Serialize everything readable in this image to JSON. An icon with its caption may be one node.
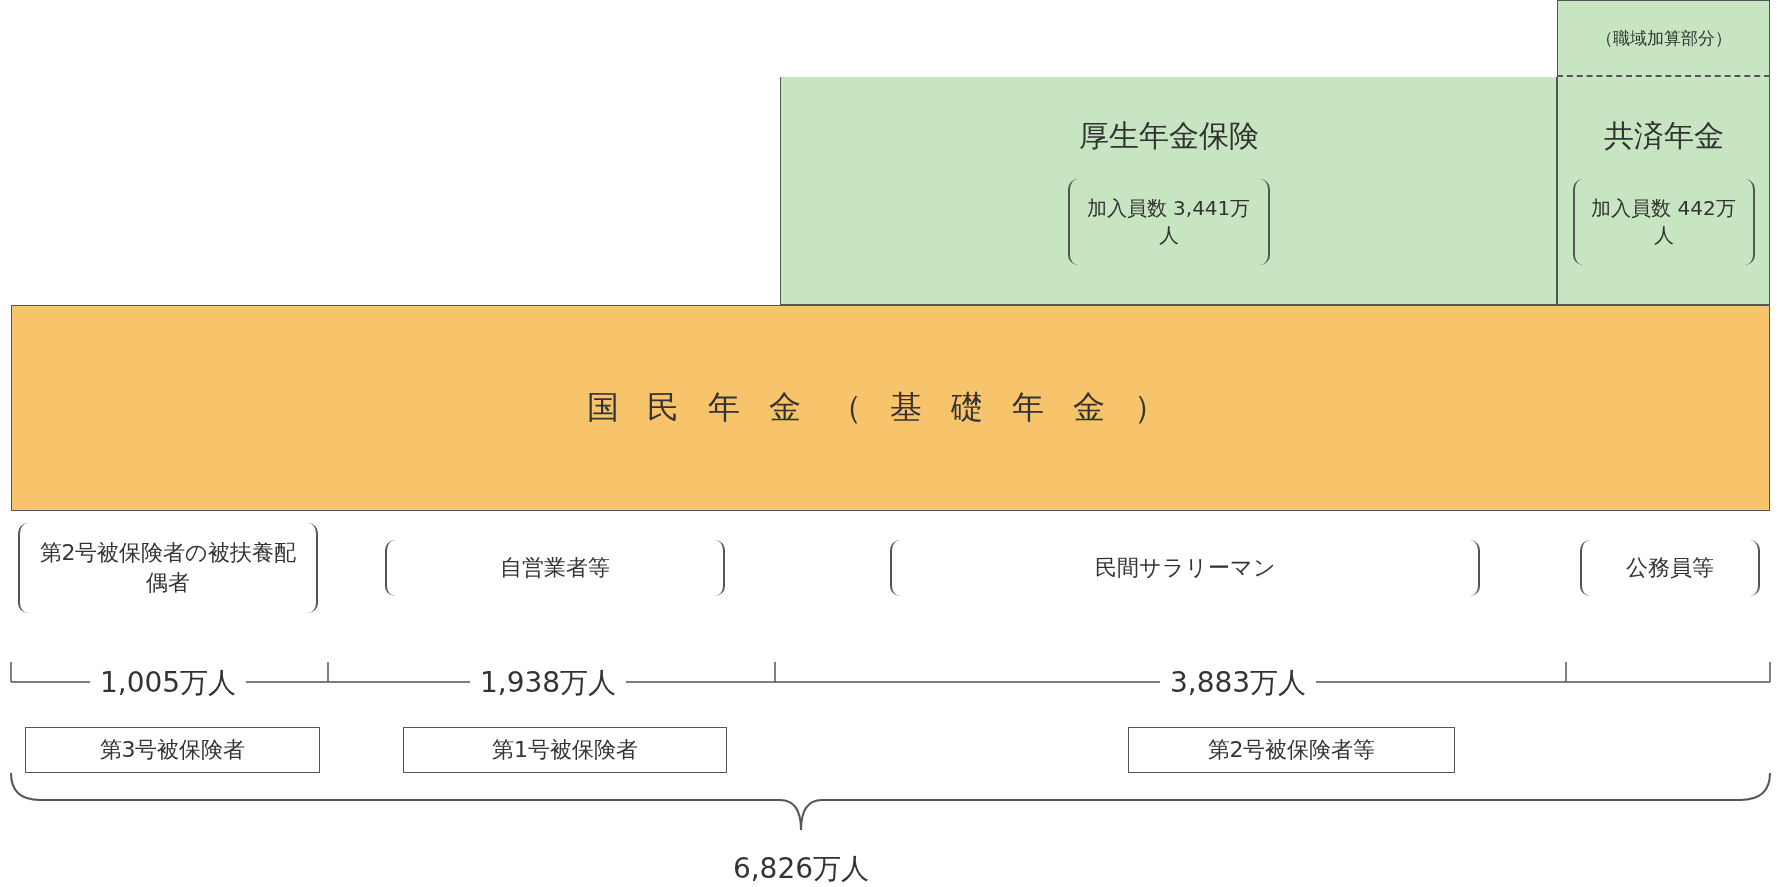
{
  "diagram": {
    "nodes": [
      {
        "text": [
          "（職域加算部分）"
        ]
      },
      {
        "text": [
          "厚生年金保険",
          "加入員数 3,441万人"
        ]
      },
      {
        "text": [
          "共済年金",
          "加入員数 442万人"
        ]
      },
      {
        "text": [
          "国民年金（基礎年金）"
        ]
      },
      {
        "text": [
          "第3号被保険者"
        ]
      },
      {
        "text": [
          "第1号被保険者"
        ]
      },
      {
        "text": [
          "第2号被保険者等"
        ]
      }
    ],
    "edges": [],
    "labels": [
      "第2号被保険者の被扶養配偶者",
      "自営業者等",
      "民間サラリーマン",
      "公務員等",
      "1,005万人",
      "1,938万人",
      "3,883万人",
      "6,826万人"
    ]
  }
}
